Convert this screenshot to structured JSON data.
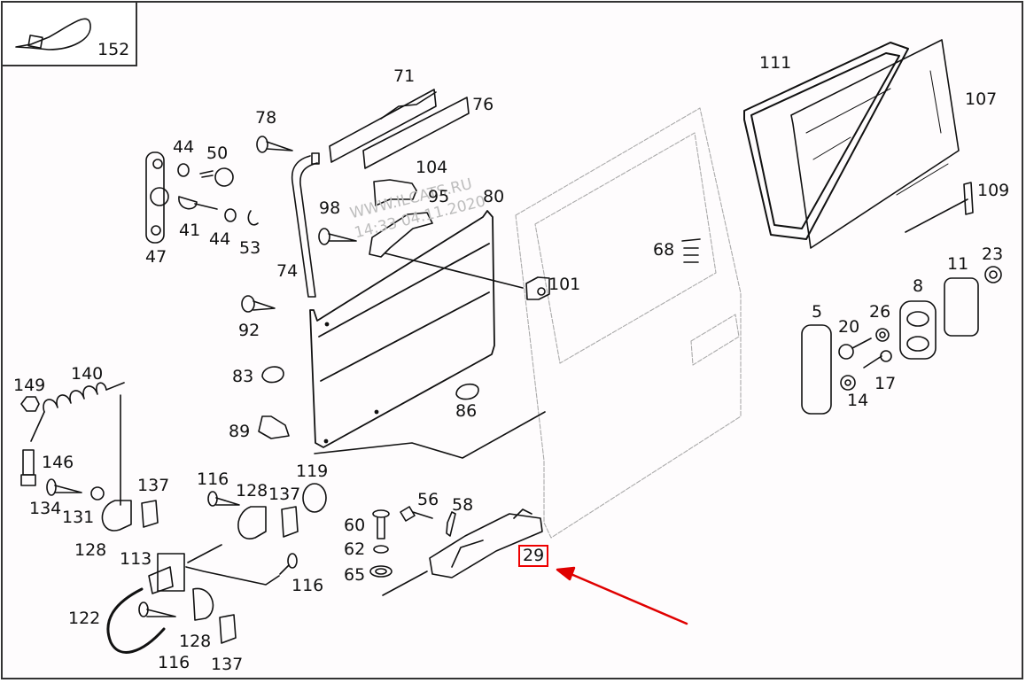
{
  "diagram": {
    "type": "exploded parts diagram - sliding door",
    "highlighted_part": "29",
    "highlight_color": "#e00000",
    "arrow_color": "#e00000",
    "watermark": {
      "line1": "WWW.ILCATS.RU",
      "line2": "14:33 04.11.2020"
    },
    "inset_label": "152",
    "labels": {
      "l152": "152",
      "l71": "71",
      "l76": "76",
      "l78": "78",
      "l44a": "44",
      "l50": "50",
      "l41": "41",
      "l44b": "44",
      "l53": "53",
      "l47": "47",
      "l104": "104",
      "l95": "95",
      "l80": "80",
      "l98": "98",
      "l74": "74",
      "l101": "101",
      "l68": "68",
      "l92": "92",
      "l83": "83",
      "l86": "86",
      "l89": "89",
      "l111": "111",
      "l107": "107",
      "l109": "109",
      "l23": "23",
      "l11": "11",
      "l8": "8",
      "l5": "5",
      "l26": "26",
      "l20": "20",
      "l17": "17",
      "l14": "14",
      "l149": "149",
      "l140": "140",
      "l146": "146",
      "l134": "134",
      "l131": "131",
      "l137a": "137",
      "l128a": "128",
      "l116a": "116",
      "l128b": "128",
      "l137b": "137",
      "l119": "119",
      "l113": "113",
      "l116b": "116",
      "l122": "122",
      "l116c": "116",
      "l128c": "128",
      "l137c": "137",
      "l60": "60",
      "l56": "56",
      "l58": "58",
      "l62": "62",
      "l65": "65",
      "l29": "29"
    }
  }
}
